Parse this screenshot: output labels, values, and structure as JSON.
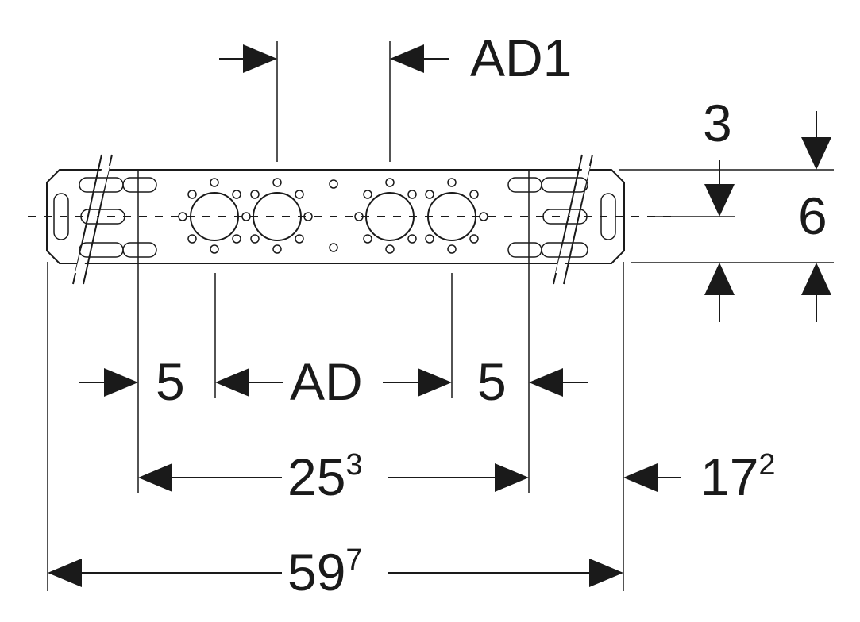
{
  "dimensions": {
    "ad1": "AD1",
    "three": "3",
    "six": "6",
    "left_five": "5",
    "ad": "AD",
    "right_five": "5",
    "span_25_base": "25",
    "span_25_sup": "3",
    "side_17_base": "17",
    "side_17_sup": "2",
    "total_59_base": "59",
    "total_59_sup": "7"
  },
  "colors": {
    "ink": "#1a1a1a",
    "paper": "#ffffff"
  }
}
